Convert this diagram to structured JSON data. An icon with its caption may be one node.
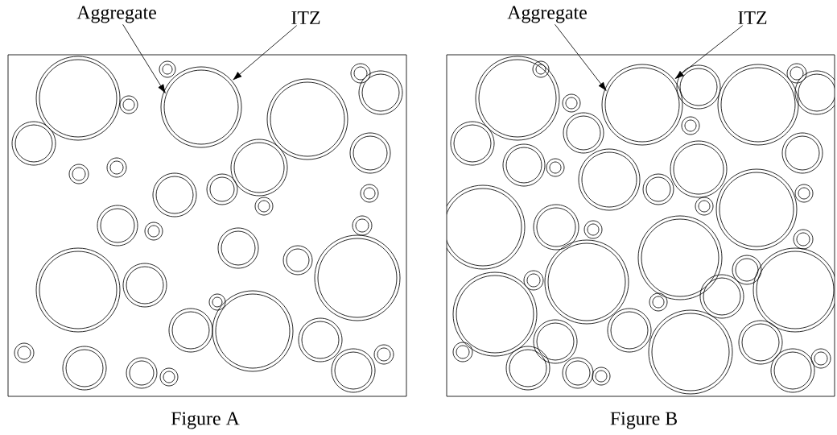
{
  "diagram": {
    "nodes": [
      {
        "text": [
          "Aggregate"
        ]
      },
      {
        "text": [
          "ITZ"
        ]
      },
      {
        "text": [],
        "shape": "circle"
      },
      {
        "text": [],
        "shape": "circle",
        "in": 2
      },
      {
        "text": [
          "Aggregate"
        ]
      },
      {
        "text": [
          "ITZ"
        ]
      },
      {
        "text": [],
        "shape": "circle"
      },
      {
        "text": [],
        "shape": "circle",
        "in": 6
      }
    ],
    "edges": [
      {
        "from": 0,
        "to": 3,
        "arrow": "to"
      },
      {
        "from": 1,
        "to": 2,
        "arrow": "to"
      },
      {
        "from": 4,
        "to": 7,
        "arrow": "to"
      },
      {
        "from": 5,
        "to": 6,
        "arrow": "to"
      }
    ],
    "labels": [
      "Figure A",
      "Figure B"
    ]
  }
}
